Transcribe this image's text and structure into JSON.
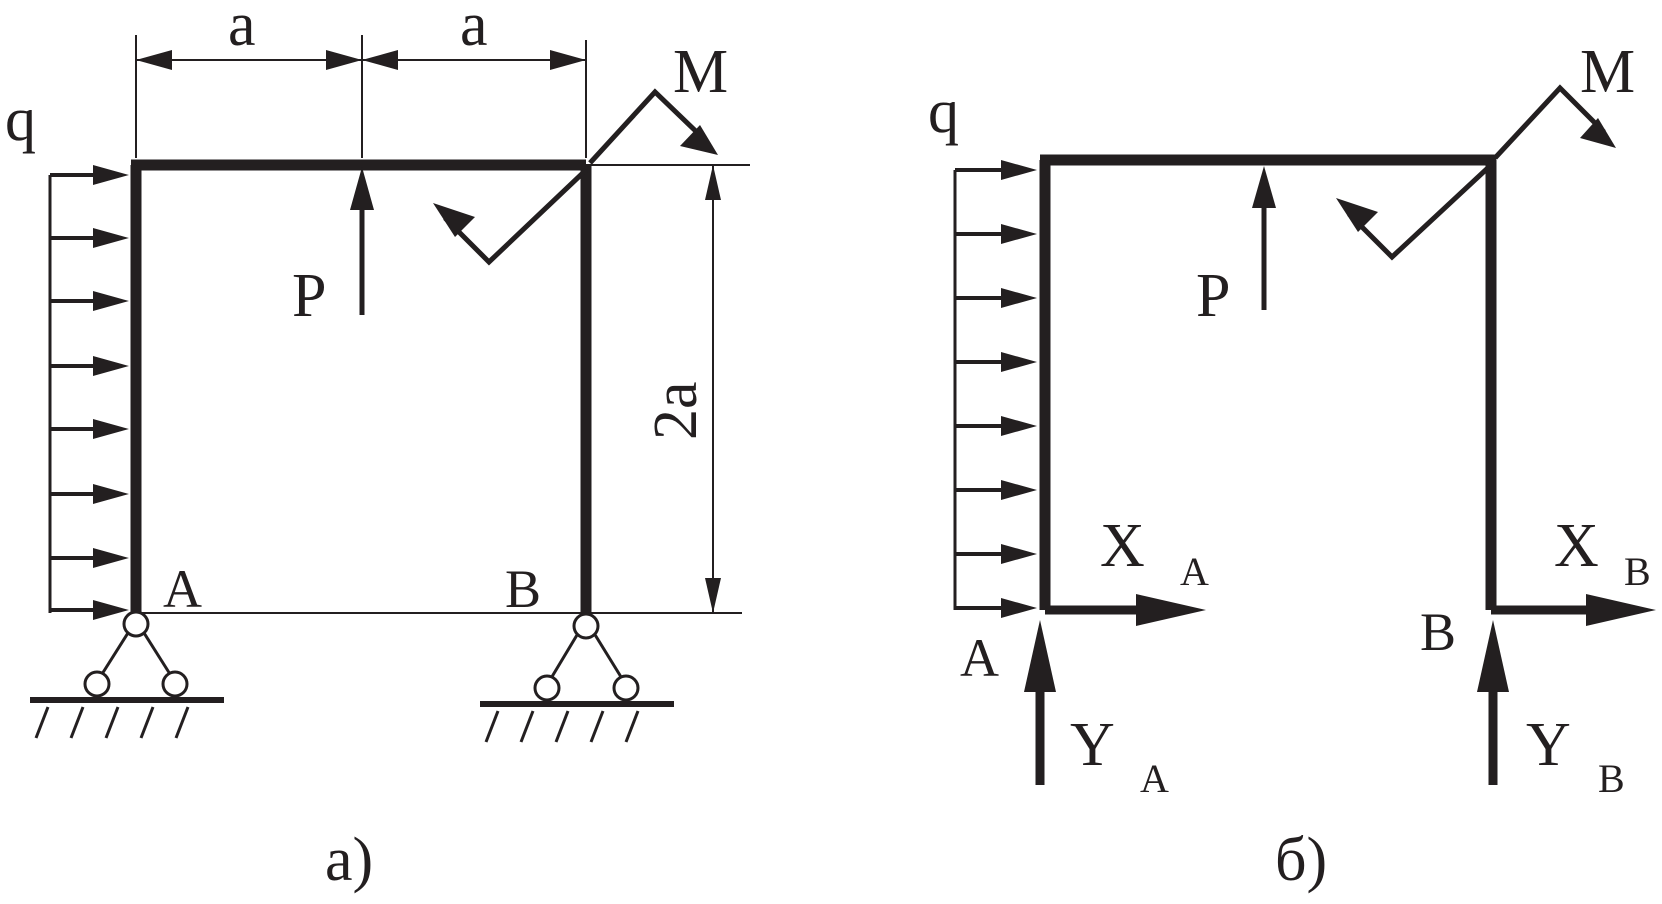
{
  "colors": {
    "ink": "#231f20",
    "background": "#ffffff"
  },
  "left": {
    "load_label": "q",
    "dim_a_left": "a",
    "dim_a_right": "a",
    "dim_height": "2a",
    "force_label": "P",
    "moment_label": "M",
    "support_a": "A",
    "support_b": "B",
    "caption": "а)"
  },
  "right": {
    "load_label": "q",
    "force_label": "P",
    "moment_label": "M",
    "point_a": "A",
    "point_b": "B",
    "xa": {
      "main": "X",
      "sub": "A"
    },
    "ya": {
      "main": "Y",
      "sub": "A"
    },
    "xb": {
      "main": "X",
      "sub": "B"
    },
    "yb": {
      "main": "Y",
      "sub": "B"
    },
    "caption": "б)"
  }
}
